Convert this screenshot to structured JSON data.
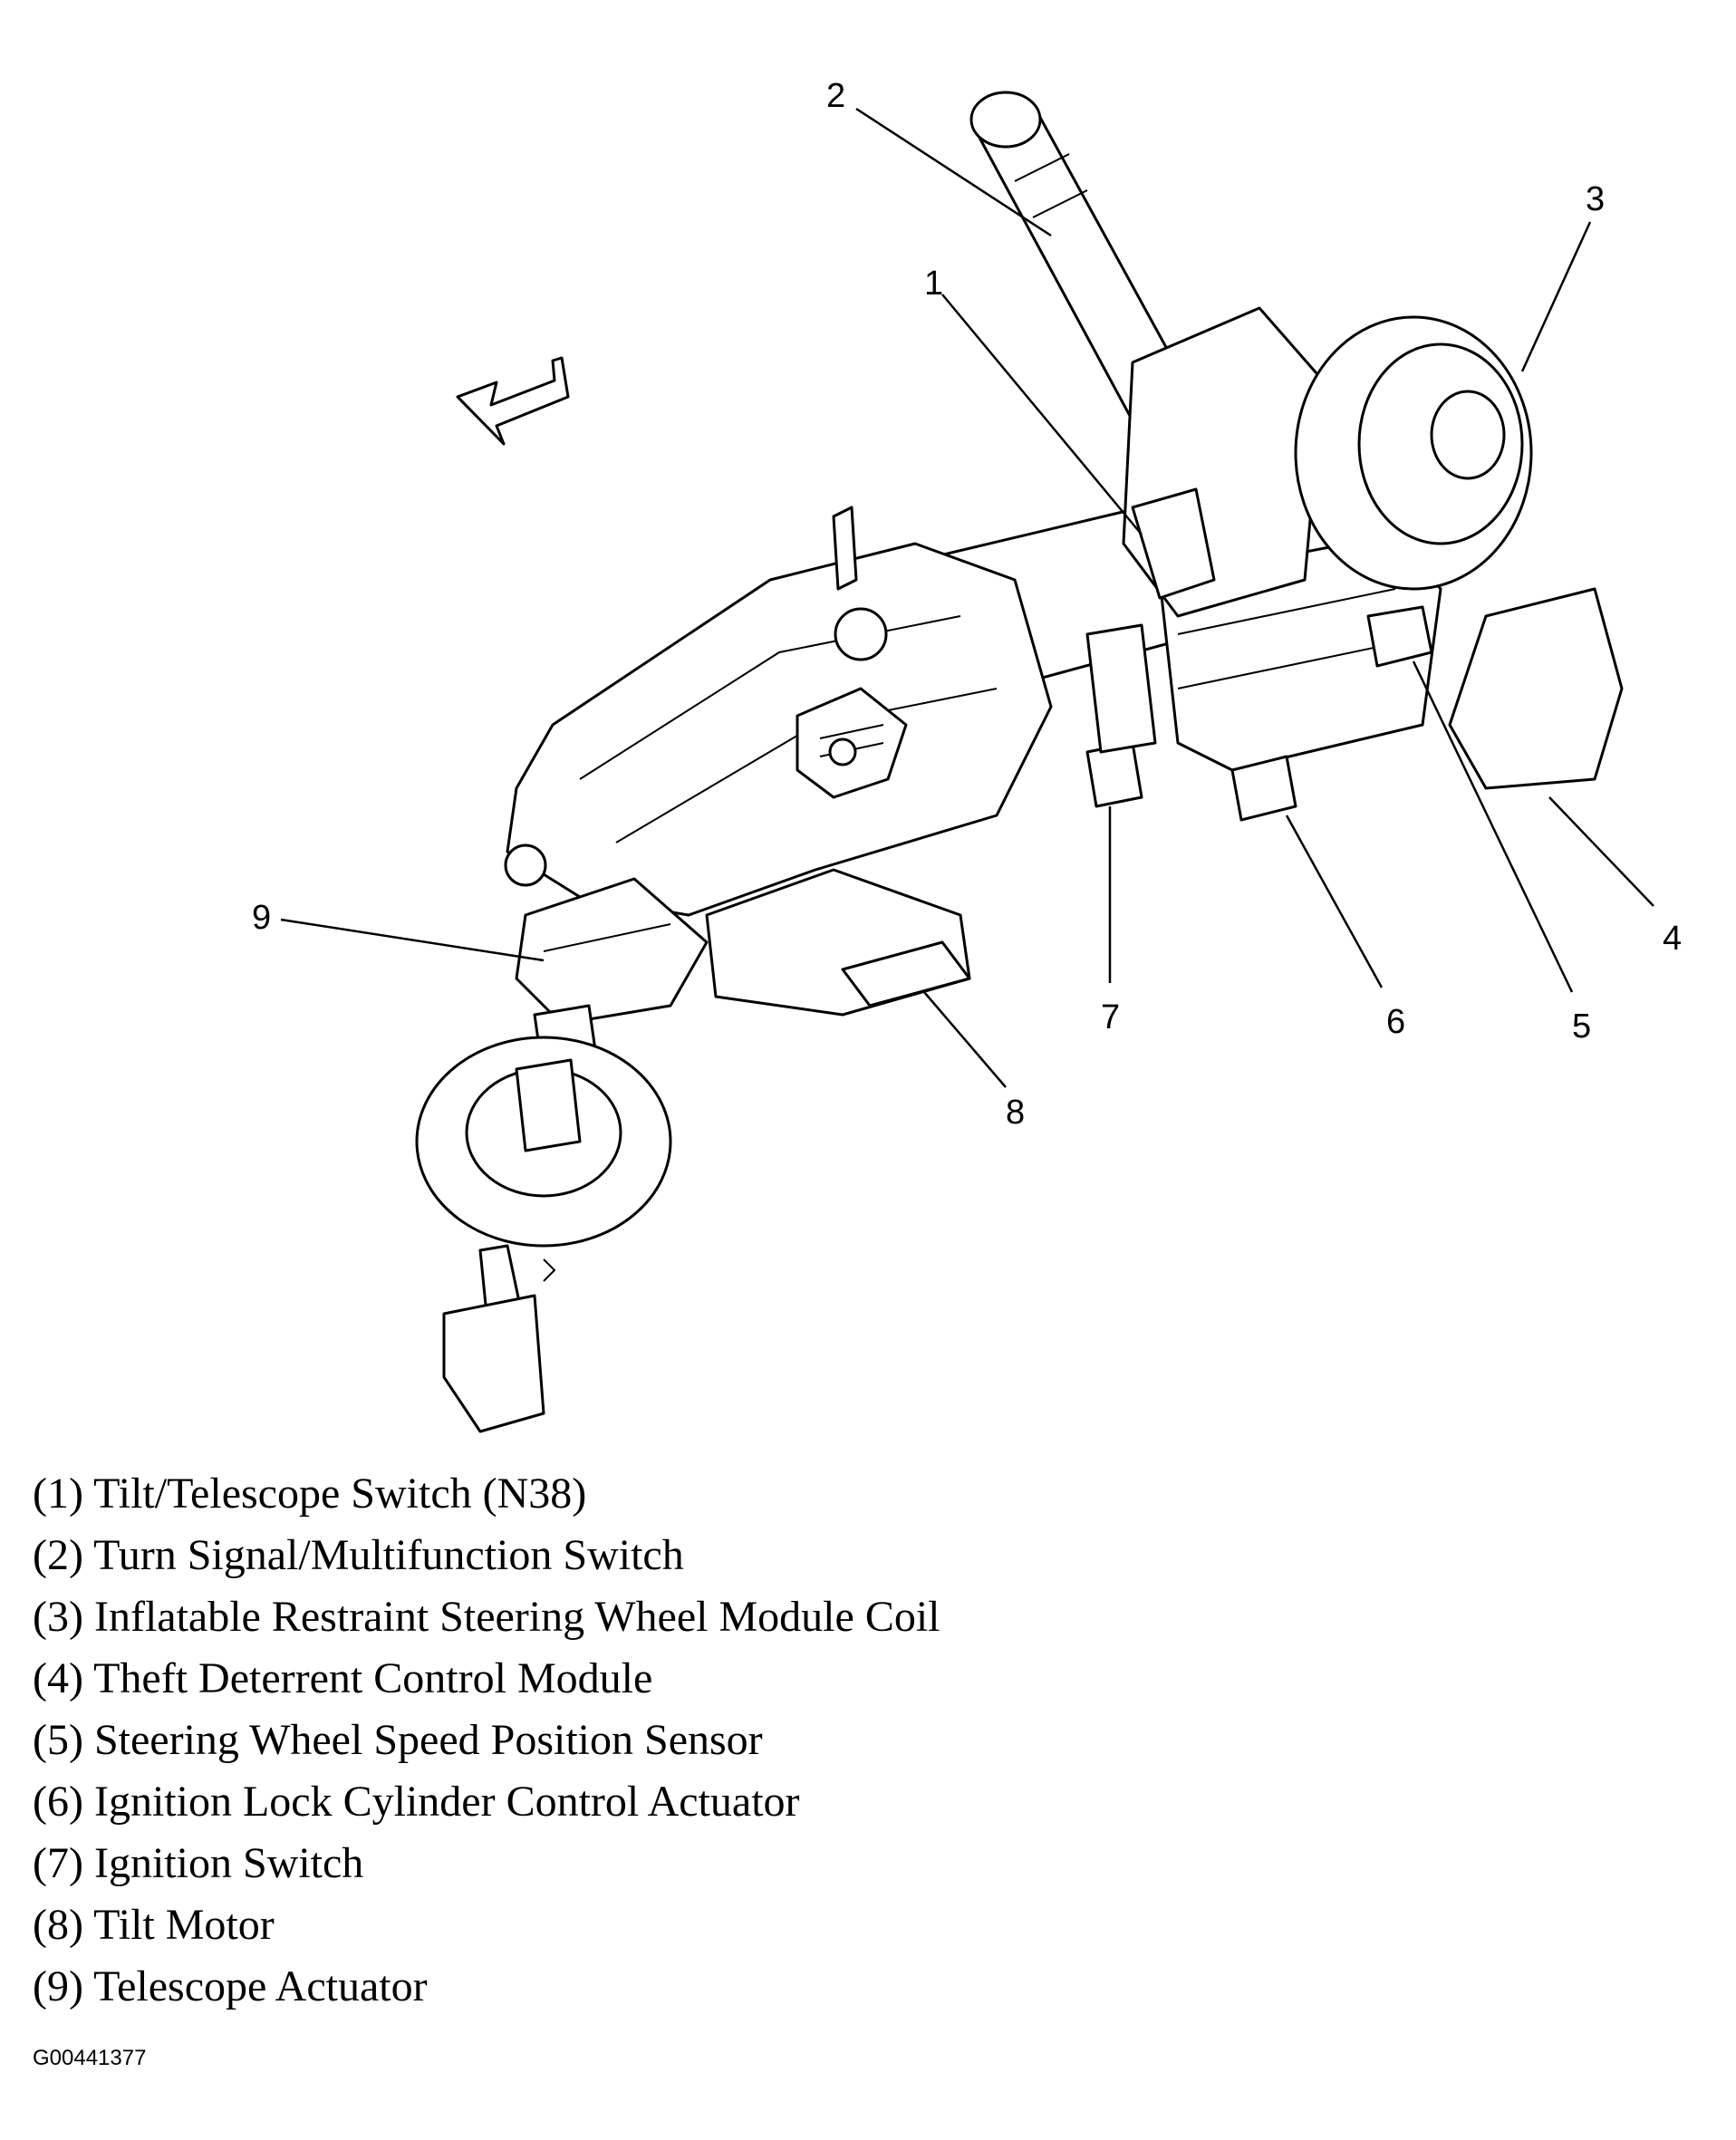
{
  "callouts": [
    "1",
    "2",
    "3",
    "4",
    "5",
    "6",
    "7",
    "8",
    "9"
  ],
  "legend": [
    "(1) Tilt/Telescope Switch (N38)",
    "(2) Turn Signal/Multifunction Switch",
    "(3) Inflatable Restraint Steering Wheel Module Coil",
    "(4) Theft Deterrent Control Module",
    "(5) Steering Wheel Speed Position Sensor",
    "(6) Ignition Lock Cylinder Control Actuator",
    "(7) Ignition Switch",
    "(8) Tilt Motor",
    "(9) Telescope Actuator"
  ],
  "figure_id": "G00441377"
}
